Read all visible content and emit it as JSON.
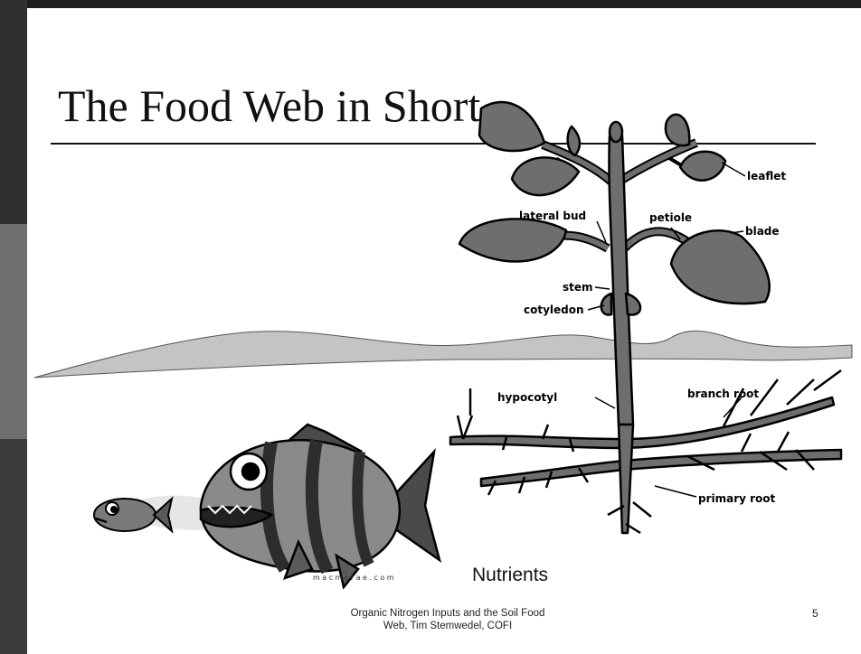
{
  "slide": {
    "title": "The Food Web in Short",
    "caption": "Nutrients",
    "footer_line1": "Organic Nitrogen Inputs and the Soil Food",
    "footer_line2": "Web, Tim Stemwedel, COFI",
    "slide_number": "5"
  },
  "plant_labels": {
    "leaflet": "leaflet",
    "lateral_bud": "lateral bud",
    "petiole": "petiole",
    "blade": "blade",
    "stem": "stem",
    "cotyledon": "cotyledon",
    "hypocotyl": "hypocotyl",
    "branch_root": "branch root",
    "primary_root": "primary root"
  },
  "watermark": "macmcrae.com"
}
